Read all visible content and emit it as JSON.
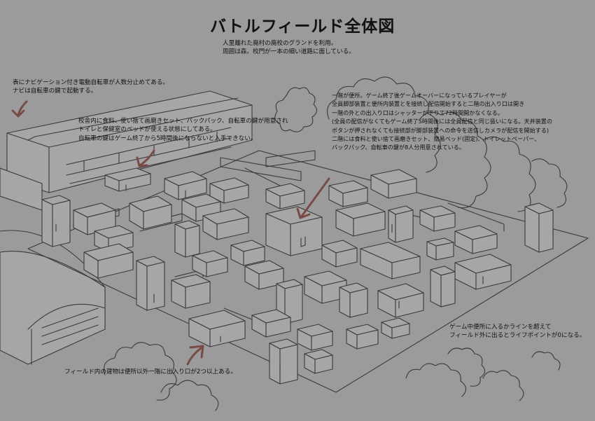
{
  "title": "バトルフィールド全体図",
  "notes": {
    "intro": [
      "人里離れた廃村の廃校のグランドを利用。",
      "周囲は森。校門が一本の細い道路に面している。"
    ],
    "navigation": [
      "表にナビゲーション付き電動自転車が人数分止めてある。",
      "ナビは自転車の鍵で起動する。"
    ],
    "school": [
      "校舎内に食料、使い捨て画磨きセット、バックパック、自転車の鍵が用意され",
      "トイレと保健室のベッドが使える状態にしてある。",
      "自転車の鍵はゲーム終了から5時間後にならないと入手できない。"
    ],
    "toilet": [
      "一階が便所。ゲーム終了後ゲームオーバーになっているプレイヤーが",
      "全員脚部装置と便所内装置とを接続し配信開始すると二階の出入り口は開き",
      "一階の外との出入り口はシャッターが下りて72時間開かなくなる。",
      "(全員の配信がなくてもゲーム終了5時間後には全員配信と同じ扱いになる。天井装置の",
      "ボタンが押されなくても接続部が脚部装置への命令を送信しカメラが配信を開始する)",
      "二階には食料と使い捨て画磨きセット、簡易ベッド(固定)、トイレットペーパー、",
      "バックパック、自転車の鍵が8人分用意されている。"
    ],
    "line": [
      "ゲーム中便所に入るかラインを超えて",
      "フィールド外に出るとライフポイントが0になる。"
    ],
    "buildings": [
      "フィールド内の建物は便所以外一階に出入り口が2つ以上ある。"
    ]
  },
  "colors": {
    "background": "#9b9b9b",
    "ink": "#3a3a3a",
    "arrow": "#7a4a45"
  }
}
